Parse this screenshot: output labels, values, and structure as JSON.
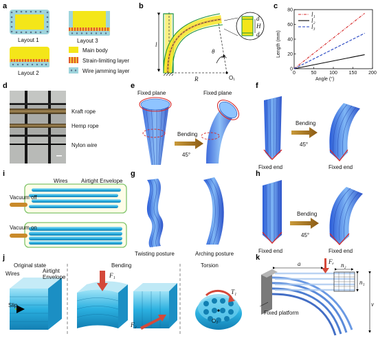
{
  "panel_labels": [
    "a",
    "b",
    "c",
    "d",
    "e",
    "f",
    "g",
    "h",
    "i",
    "j",
    "k"
  ],
  "a": {
    "layout1": "Layout 1",
    "layout2": "Layout 2",
    "layout3": "Layout 3",
    "legend_main": "Main body",
    "legend_strain": "Strain-limiting layer",
    "legend_wire": "Wire jamming layer",
    "colors": {
      "main": "#f4e619",
      "strain": "#e86a2c",
      "wire": "#9ed4dc"
    }
  },
  "b": {
    "l": "l",
    "R": "R",
    "theta": "θ",
    "O1": "O₁",
    "d": "d",
    "H": "H"
  },
  "c": {
    "ylabel": "Length (mm)",
    "xlabel": "Angle (°)",
    "legend": [
      "l₁",
      "l₂",
      "l₃"
    ]
  },
  "chart_data": {
    "type": "line",
    "xlabel": "Angle (°)",
    "ylabel": "Length (mm)",
    "xlim": [
      0,
      200
    ],
    "ylim": [
      0,
      80
    ],
    "xticks": [
      0,
      50,
      100,
      150,
      200
    ],
    "yticks": [
      0,
      20,
      40,
      60,
      80
    ],
    "legend_position": "top-left",
    "series": [
      {
        "name": "l₁",
        "color": "#d62728",
        "dash": "dashdot",
        "x": [
          0,
          180
        ],
        "y": [
          0,
          75
        ]
      },
      {
        "name": "l₂",
        "color": "#000000",
        "dash": "solid",
        "x": [
          0,
          180
        ],
        "y": [
          0,
          19
        ]
      },
      {
        "name": "l₃",
        "color": "#1f3fbf",
        "dash": "dashed",
        "x": [
          0,
          180
        ],
        "y": [
          0,
          48
        ]
      }
    ]
  },
  "d": {
    "kraft": "Kraft rope",
    "hemp": "Hemp rope",
    "nylon": "Nylon wire"
  },
  "e": {
    "fixed_plane_left": "Fixed plane",
    "fixed_plane_right": "Fixed plane",
    "bending": "Bending",
    "angle": "45°"
  },
  "f": {
    "bending": "Bending",
    "angle": "45°",
    "fixed_end_left": "Fixed end",
    "fixed_end_right": "Fixed end"
  },
  "g": {
    "twisting": "Twisting posture",
    "arching": "Arching posture"
  },
  "h": {
    "bending": "Bending",
    "angle": "45°",
    "fixed_end_left": "Fixed end",
    "fixed_end_right": "Fixed end"
  },
  "i": {
    "wires": "Wires",
    "envelope": "Airtight Envelope",
    "vacuum_off": "Vacuum off",
    "vacuum_on": "Vacuum on"
  },
  "j": {
    "original": "Original state",
    "bending": "Bending",
    "torsion": "Torsion",
    "wires": "Wires",
    "envelope_line1": "Airtight",
    "envelope_line2": "Envelope",
    "slip": "Slip",
    "F1": "F₁",
    "F2": "F₂",
    "T1": "T₁",
    "O2": "O₂"
  },
  "k": {
    "a": "a",
    "Fe": "Fₑ",
    "n2": "n₂",
    "n1": "n₁",
    "v": "v",
    "platform": "Fixed platform"
  }
}
